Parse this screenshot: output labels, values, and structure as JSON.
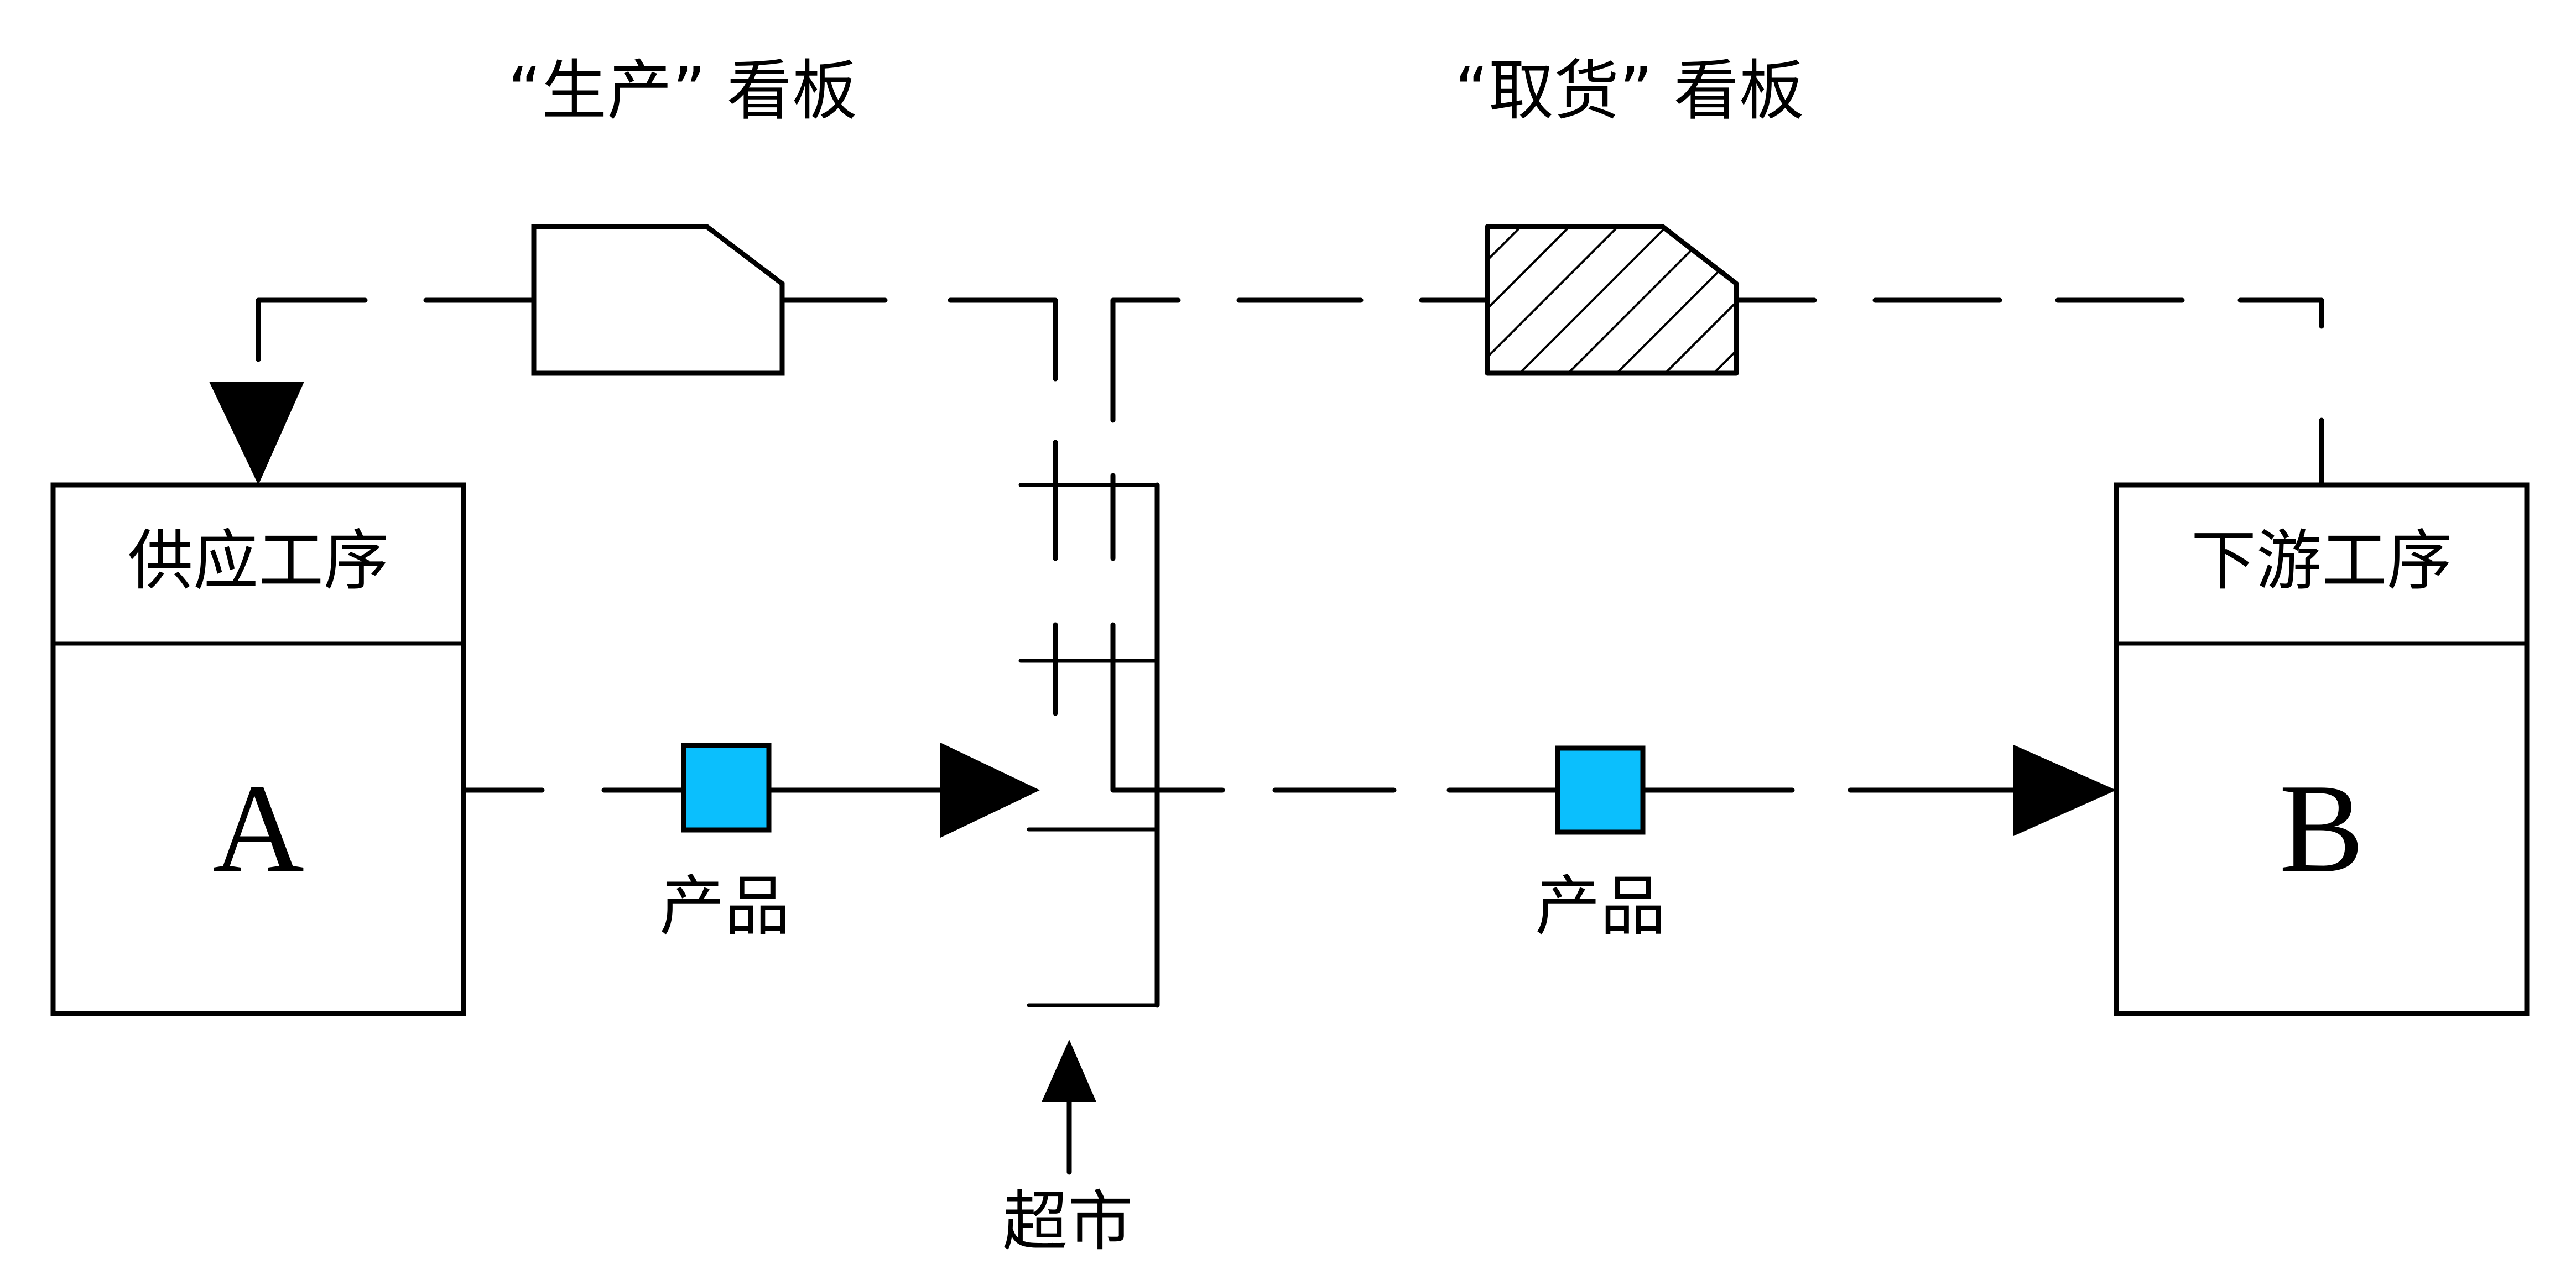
{
  "diagram": {
    "title_production_kanban": "“生产” 看板",
    "title_withdrawal_kanban": "“取货” 看板",
    "supplier_process": {
      "header": "供应工序",
      "name": "A"
    },
    "downstream_process": {
      "header": "下游工序",
      "name": "B"
    },
    "product_label_left": "产品",
    "product_label_right": "产品",
    "supermarket_label": "超市",
    "colors": {
      "product_fill": "#0BBFFD",
      "line": "#000000",
      "background": "#FFFFFF"
    },
    "icons": {
      "production_kanban": "production-kanban-card-icon",
      "withdrawal_kanban": "withdrawal-kanban-card-hatched-icon",
      "product": "product-square-icon",
      "supermarket": "supermarket-shelf-icon",
      "flow_arrow": "push-arrow-icon"
    }
  }
}
